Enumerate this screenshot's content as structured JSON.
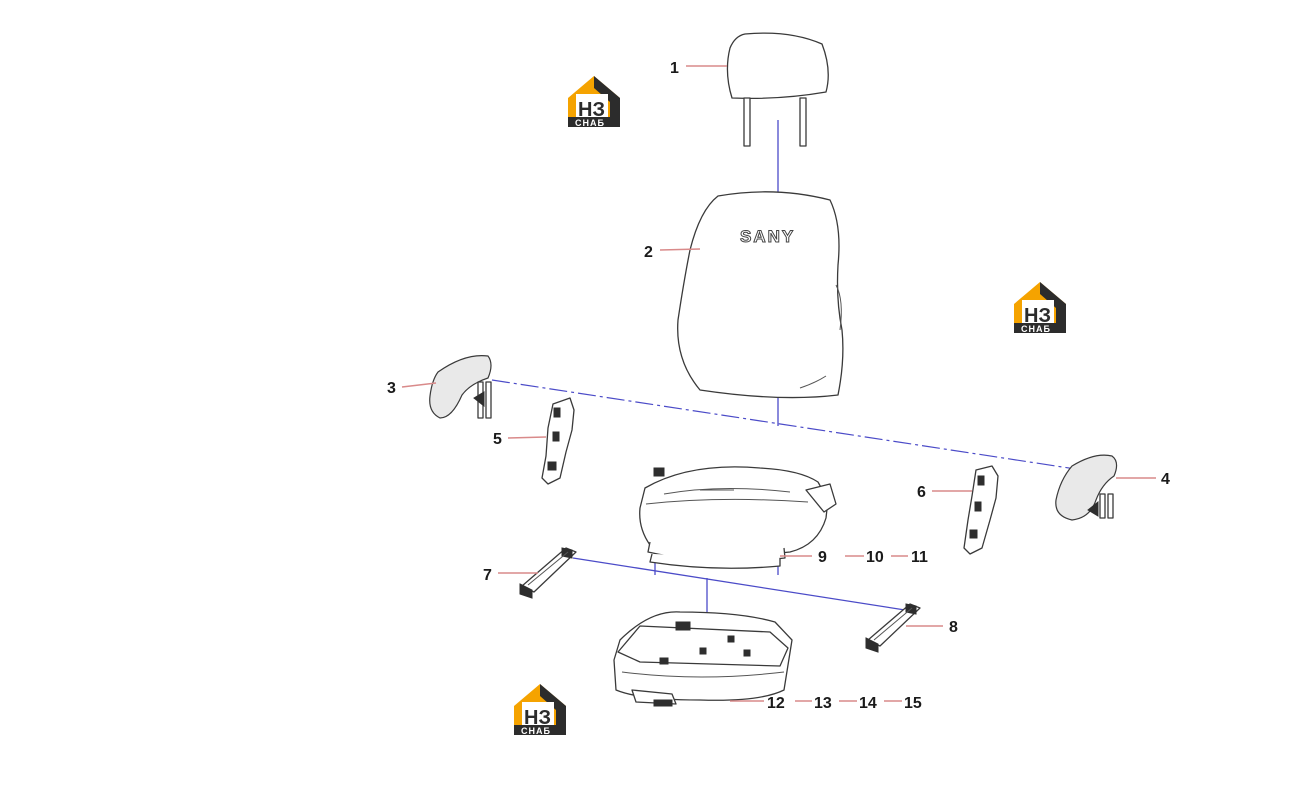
{
  "brand_text": "SANY",
  "watermark": {
    "mark": "НЗ",
    "word": "СНАБ",
    "colors": {
      "orange": "#f5a300",
      "dark": "#2c2c2c"
    }
  },
  "callouts": {
    "p1": "1",
    "p2": "2",
    "p3": "3",
    "p4": "4",
    "p5": "5",
    "p6": "6",
    "p7": "7",
    "p8": "8",
    "p9": "9",
    "p10": "10",
    "p11": "11",
    "p12": "12",
    "p13": "13",
    "p14": "14",
    "p15": "15"
  },
  "colors": {
    "assembly_line": "#4b4bc8",
    "leader_line": "#d98a8a"
  }
}
